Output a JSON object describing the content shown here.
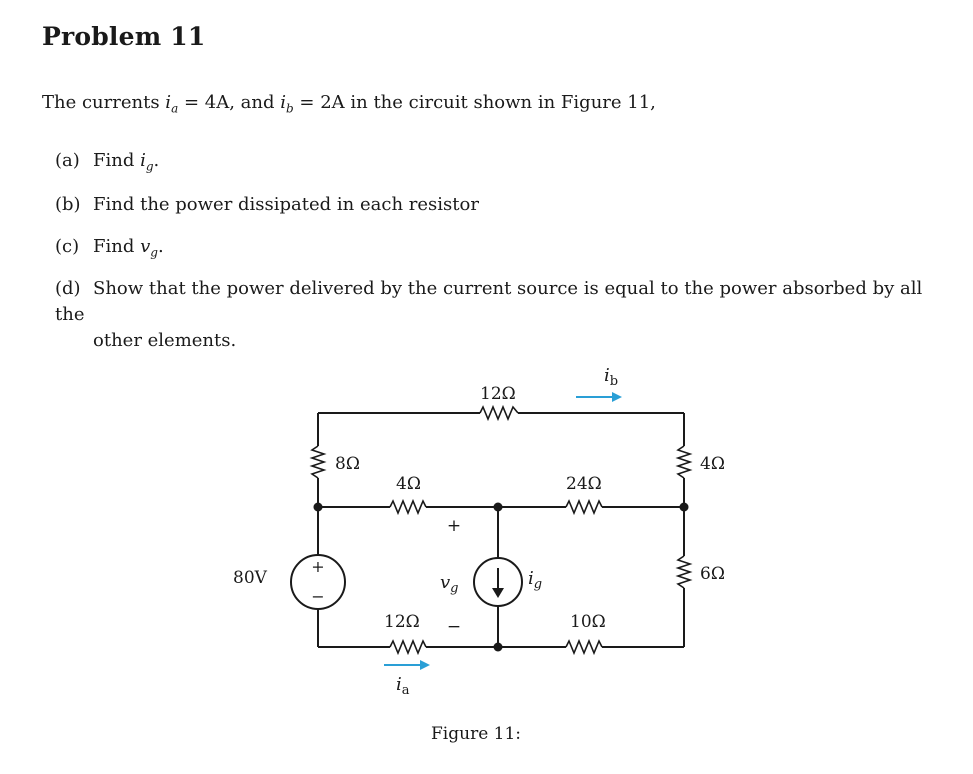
{
  "title": "Problem 11",
  "intro": {
    "text_a": "The currents ",
    "ia_var": "i",
    "ia_sub": "a",
    "eq1": " = 4A, and ",
    "ib_var": "i",
    "ib_sub": "b",
    "eq2": " = 2A in the circuit shown in Figure 11,"
  },
  "items": [
    {
      "label": "(a)",
      "text": "Find ",
      "var": "i",
      "sub": "g",
      "end": "."
    },
    {
      "label": "(b)",
      "text": "Find the power dissipated in each resistor"
    },
    {
      "label": "(c)",
      "text": "Find ",
      "var": "v",
      "sub": "g",
      "end": "."
    },
    {
      "label": "(d)",
      "text": "Show that the power delivered by the current source is equal to the power absorbed by all the",
      "cont": "other elements."
    }
  ],
  "circuit": {
    "r_top": "12Ω",
    "r_left_top": "8Ω",
    "r_right_top": "4Ω",
    "r_mid_left": "4Ω",
    "r_mid_right": "24Ω",
    "r_bot_left": "12Ω",
    "r_bot_right": "10Ω",
    "r_right_bot": "6Ω",
    "voltage_source": "80V",
    "vs_plus": "+",
    "vs_minus": "−",
    "vg_plus": "+",
    "vg_minus": "−",
    "vg_var": "v",
    "vg_sub": "g",
    "ig_var": "i",
    "ig_sub": "g",
    "ib_var": "i",
    "ib_sub": "b",
    "ia_var": "i",
    "ia_sub": "a",
    "arrow_color": "#2a9fd6"
  },
  "caption": "Figure 11:"
}
